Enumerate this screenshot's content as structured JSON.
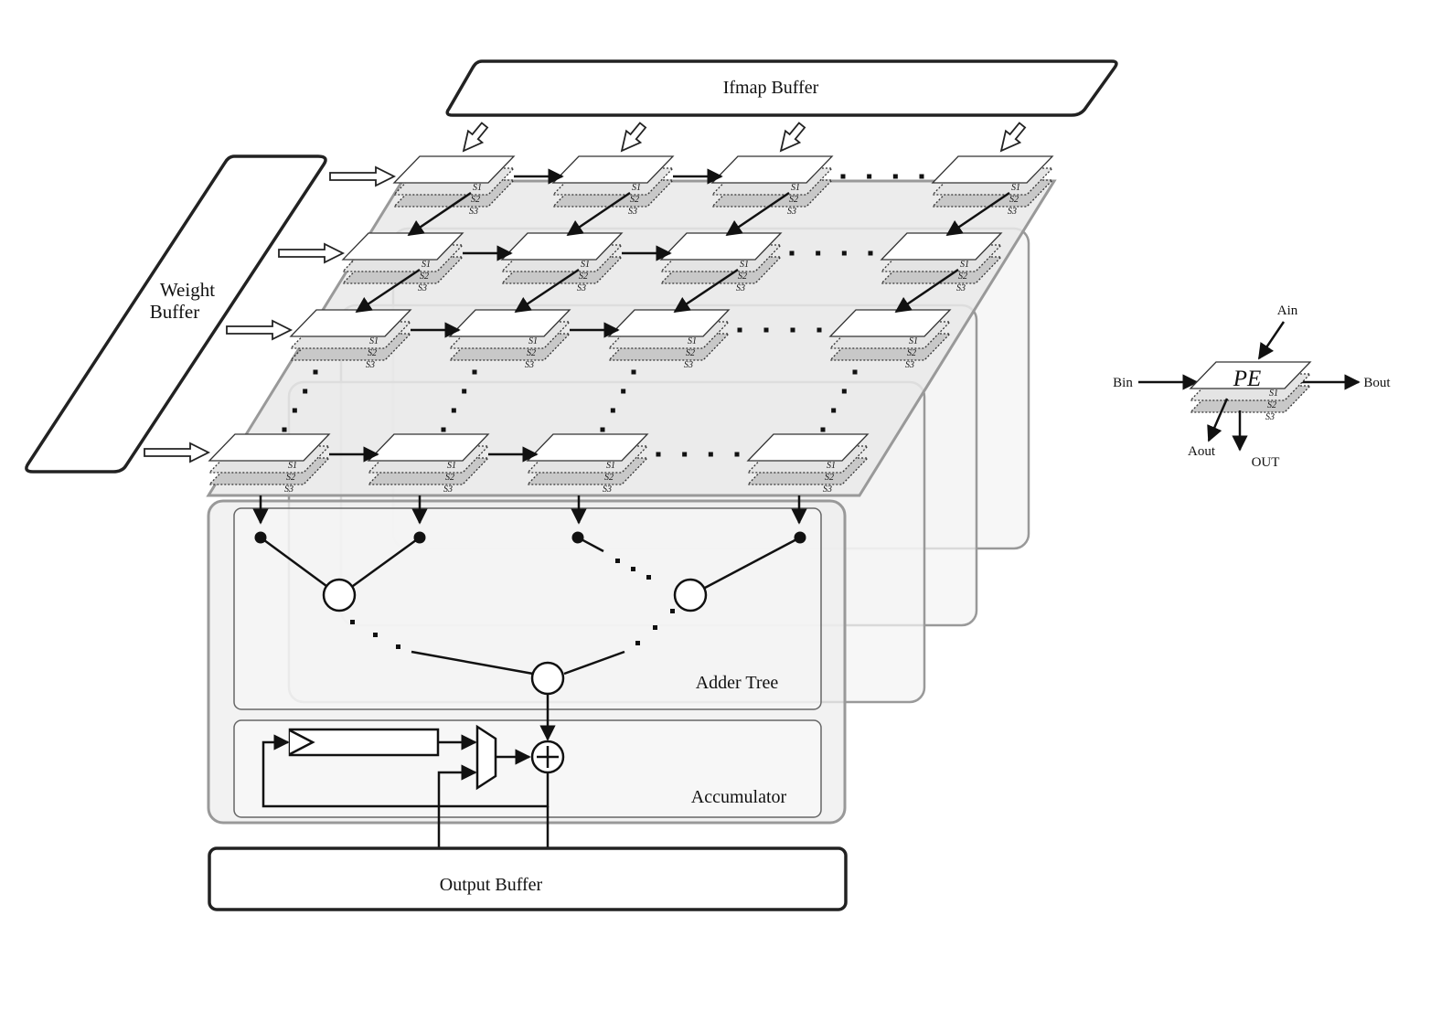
{
  "labels": {
    "ifmap_buffer": "Ifmap Buffer",
    "weight_buffer_line1": "Weight",
    "weight_buffer_line2": "Buffer",
    "adder_tree": "Adder Tree",
    "accumulator": "Accumulator",
    "output_buffer": "Output Buffer"
  },
  "pe_layers": [
    "S1",
    "S2",
    "S3"
  ],
  "pe_legend": {
    "title": "PE",
    "ain": "Ain",
    "bin": "Bin",
    "bout": "Bout",
    "aout": "Aout",
    "out": "OUT"
  },
  "colors": {
    "stroke": "#222222",
    "plane_fill": "#e9e9e9",
    "layer_top": "#ffffff",
    "layer_mid": "#e4e4e4",
    "layer_bottom": "#c8c8c8"
  }
}
